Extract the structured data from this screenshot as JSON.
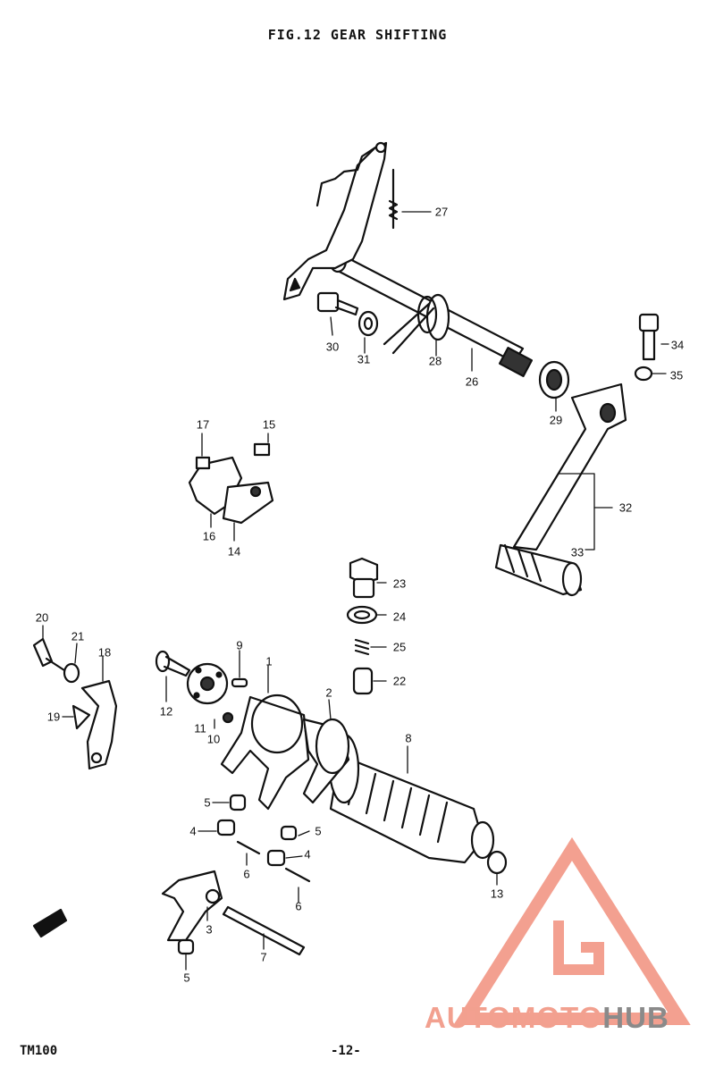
{
  "title": "FIG.12  GEAR SHIFTING",
  "footer": {
    "model": "TM100",
    "page": "-12-"
  },
  "logo": {
    "part1": "AUTOMOTO",
    "part2": "HUB",
    "color_primary": "#f08878",
    "color_secondary": "#8a8a8a"
  },
  "parts": {
    "p1": "1",
    "p2": "2",
    "p3": "3",
    "p4a": "4",
    "p4b": "4",
    "p5a": "5",
    "p5b": "5",
    "p5c": "5",
    "p6a": "6",
    "p6b": "6",
    "p7": "7",
    "p8": "8",
    "p9": "9",
    "p10": "10",
    "p11": "11",
    "p12": "12",
    "p13": "13",
    "p14": "14",
    "p15": "15",
    "p16": "16",
    "p17": "17",
    "p18": "18",
    "p19": "19",
    "p20": "20",
    "p21": "21",
    "p22": "22",
    "p23": "23",
    "p24": "24",
    "p25": "25",
    "p26": "26",
    "p27": "27",
    "p28": "28",
    "p29": "29",
    "p30": "30",
    "p31": "31",
    "p32": "32",
    "p33": "33",
    "p34": "34",
    "p35": "35"
  }
}
